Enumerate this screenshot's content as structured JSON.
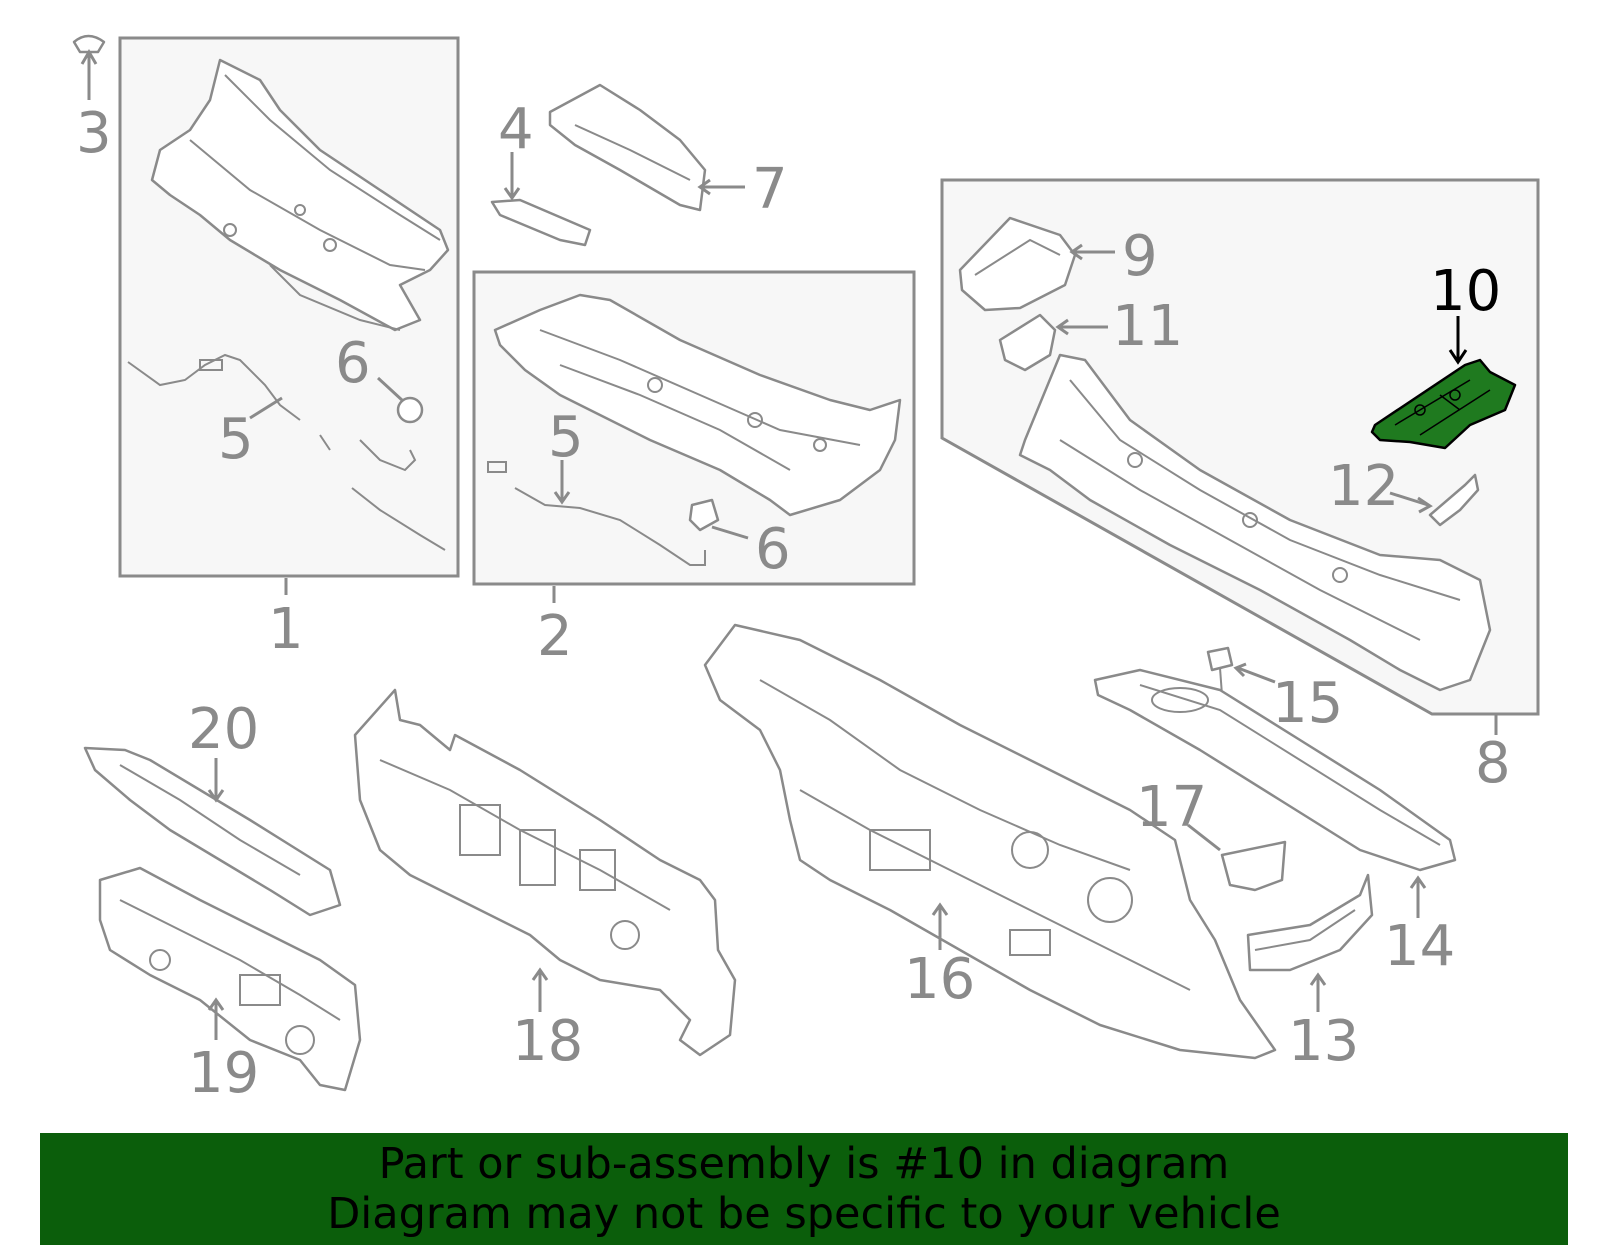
{
  "diagram": {
    "highlight_color": "#1f7a1f",
    "banner_color": "#0b5e0b",
    "highlighted_part": "10",
    "callouts": [
      "1",
      "2",
      "3",
      "4",
      "5",
      "5",
      "6",
      "6",
      "7",
      "8",
      "9",
      "10",
      "11",
      "12",
      "13",
      "14",
      "15",
      "16",
      "17",
      "18",
      "19",
      "20"
    ]
  },
  "banner": {
    "line1": "Part or sub-assembly is #10 in diagram",
    "line2": "Diagram may not be specific to your vehicle"
  }
}
